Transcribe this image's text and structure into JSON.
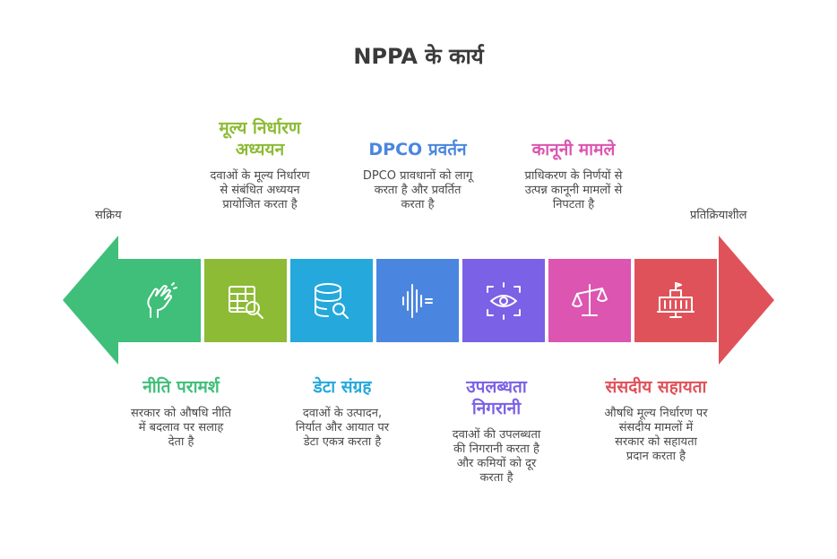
{
  "title": "NPPA के कार्य",
  "side_labels": {
    "left": "सक्रिय",
    "right": "प्रतिक्रियाशील"
  },
  "colors": {
    "green": "#3fbf79",
    "olive": "#8dbb35",
    "cyan": "#25a9dd",
    "blue": "#4a86e0",
    "purple": "#7b61e5",
    "pink": "#dc55b0",
    "red": "#e0525a"
  },
  "segments": [
    {
      "icon": "hand-gesture-icon",
      "color": "#3fbf79"
    },
    {
      "icon": "table-search-icon",
      "color": "#8dbb35"
    },
    {
      "icon": "database-search-icon",
      "color": "#25a9dd"
    },
    {
      "icon": "sound-wave-icon",
      "color": "#4a86e0"
    },
    {
      "icon": "eye-focus-icon",
      "color": "#7b61e5"
    },
    {
      "icon": "balance-scale-icon",
      "color": "#dc55b0"
    },
    {
      "icon": "government-building-icon",
      "color": "#e0525a"
    }
  ],
  "functions": {
    "policy_advice": {
      "title": "नीति परामर्श",
      "desc": [
        "सरकार को औषधि नीति",
        "में बदलाव पर सलाह",
        "देता है"
      ]
    },
    "pricing_studies": {
      "title": [
        "मूल्य निर्धारण",
        "अध्ययन"
      ],
      "desc": [
        "दवाओं के मूल्य निर्धारण",
        "से संबंधित अध्ययन",
        "प्रायोजित करता है"
      ]
    },
    "data_collection": {
      "title": "डेटा संग्रह",
      "desc": [
        "दवाओं के उत्पादन,",
        "निर्यात और आयात पर",
        "डेटा एकत्र करता है"
      ]
    },
    "dpco_enforcement": {
      "title": "DPCO प्रवर्तन",
      "desc": [
        "DPCO प्रावधानों को लागू",
        "करता है और प्रवर्तित",
        "करता है"
      ]
    },
    "availability_monitoring": {
      "title": [
        "उपलब्धता",
        "निगरानी"
      ],
      "desc": [
        "दवाओं की उपलब्धता",
        "की निगरानी करता है",
        "और कमियों को दूर",
        "करता है"
      ]
    },
    "legal_matters": {
      "title": "कानूनी मामले",
      "desc": [
        "प्राधिकरण के निर्णयों से",
        "उत्पन्न कानूनी मामलों से",
        "निपटता है"
      ]
    },
    "parliamentary_assistance": {
      "title": "संसदीय सहायता",
      "desc": [
        "औषधि मूल्य निर्धारण पर",
        "संसदीय मामलों में",
        "सरकार को सहायता",
        "प्रदान करता है"
      ]
    }
  }
}
